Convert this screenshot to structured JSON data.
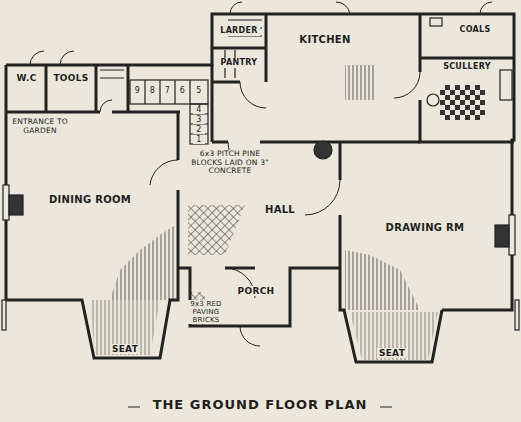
{
  "diagram": {
    "title": "THE GROUND FLOOR PLAN",
    "nodes": [
      {
        "text": [
          "W.C"
        ]
      },
      {
        "text": [
          "TOOLS"
        ]
      },
      {
        "text": [
          "LARDER"
        ]
      },
      {
        "text": [
          "KITCHEN"
        ]
      },
      {
        "text": [
          "COALS"
        ]
      },
      {
        "text": [
          "PANTRY"
        ]
      },
      {
        "text": [
          "SCULLERY"
        ]
      },
      {
        "text": [
          "DINING ROOM"
        ]
      },
      {
        "text": [
          "HALL"
        ]
      },
      {
        "text": [
          "DRAWING RM"
        ]
      },
      {
        "text": [
          "PORCH"
        ]
      },
      {
        "text": [
          "SEAT"
        ]
      },
      {
        "text": [
          "SEAT"
        ]
      }
    ],
    "labels": [
      "ENTRANCE TO GARDEN",
      "9",
      "8",
      "7",
      "6",
      "5",
      "4",
      "3",
      "2",
      "1",
      "6x3 PITCH PINE BLOCKS LAID ON 3\" CONCRETE",
      "9x3 RED PAVING BRICKS"
    ]
  }
}
